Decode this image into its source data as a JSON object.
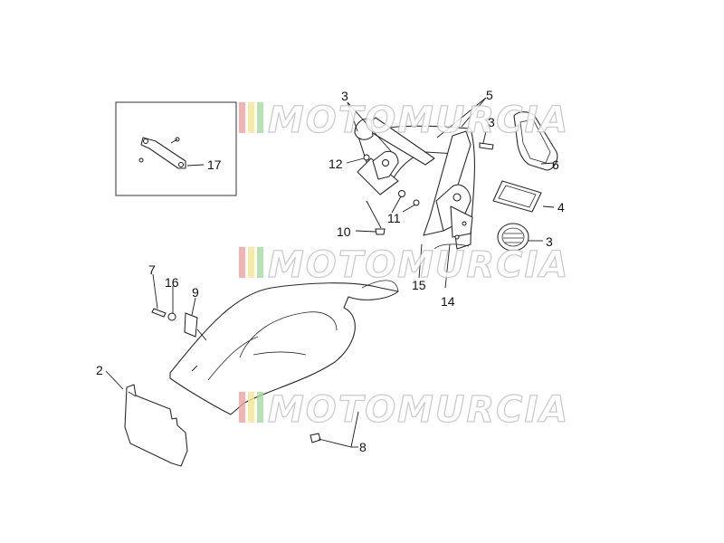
{
  "diagram": {
    "callouts": {
      "c2": "2",
      "c3a": "3",
      "c3b": "3",
      "c3c": "3",
      "c4": "4",
      "c5": "5",
      "c6": "6",
      "c7": "7",
      "c8": "8",
      "c9": "9",
      "c10": "10",
      "c11": "11",
      "c12": "12",
      "c14": "14",
      "c15": "15",
      "c16": "16",
      "c17": "17"
    },
    "watermark": {
      "text": "MOTOMURCIA",
      "stripe_colors": [
        "#e8a3a3",
        "#f2e39a",
        "#a6d9a3"
      ]
    }
  }
}
